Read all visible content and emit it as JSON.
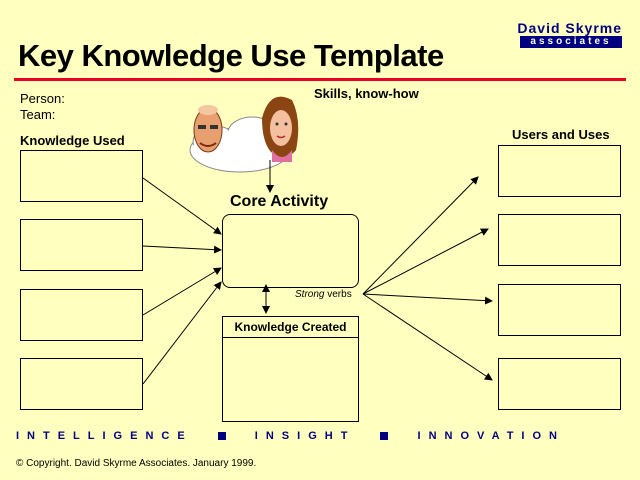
{
  "brand": {
    "name": "David Skyrme",
    "sub": "associates"
  },
  "title": "Key Knowledge Use Template",
  "person_label": "Person:",
  "team_label": "Team:",
  "skills_label": "Skills, know-how",
  "knowledge_used_label": "Knowledge Used",
  "users_uses_label": "Users and Uses",
  "core_activity_label": "Core Activity",
  "strong_label": "Strong",
  "verbs_label": " verbs",
  "knowledge_created_label": "Knowledge Created",
  "footer": {
    "w1": "INTELLIGENCE",
    "w2": "INSIGHT",
    "w3": "INNOVATION"
  },
  "copyright": "© Copyright. David Skyrme Associates. January 1999.",
  "colors": {
    "background": "#FFFFC0",
    "accent_line": "#E8002A",
    "brand_blue": "#000080"
  }
}
